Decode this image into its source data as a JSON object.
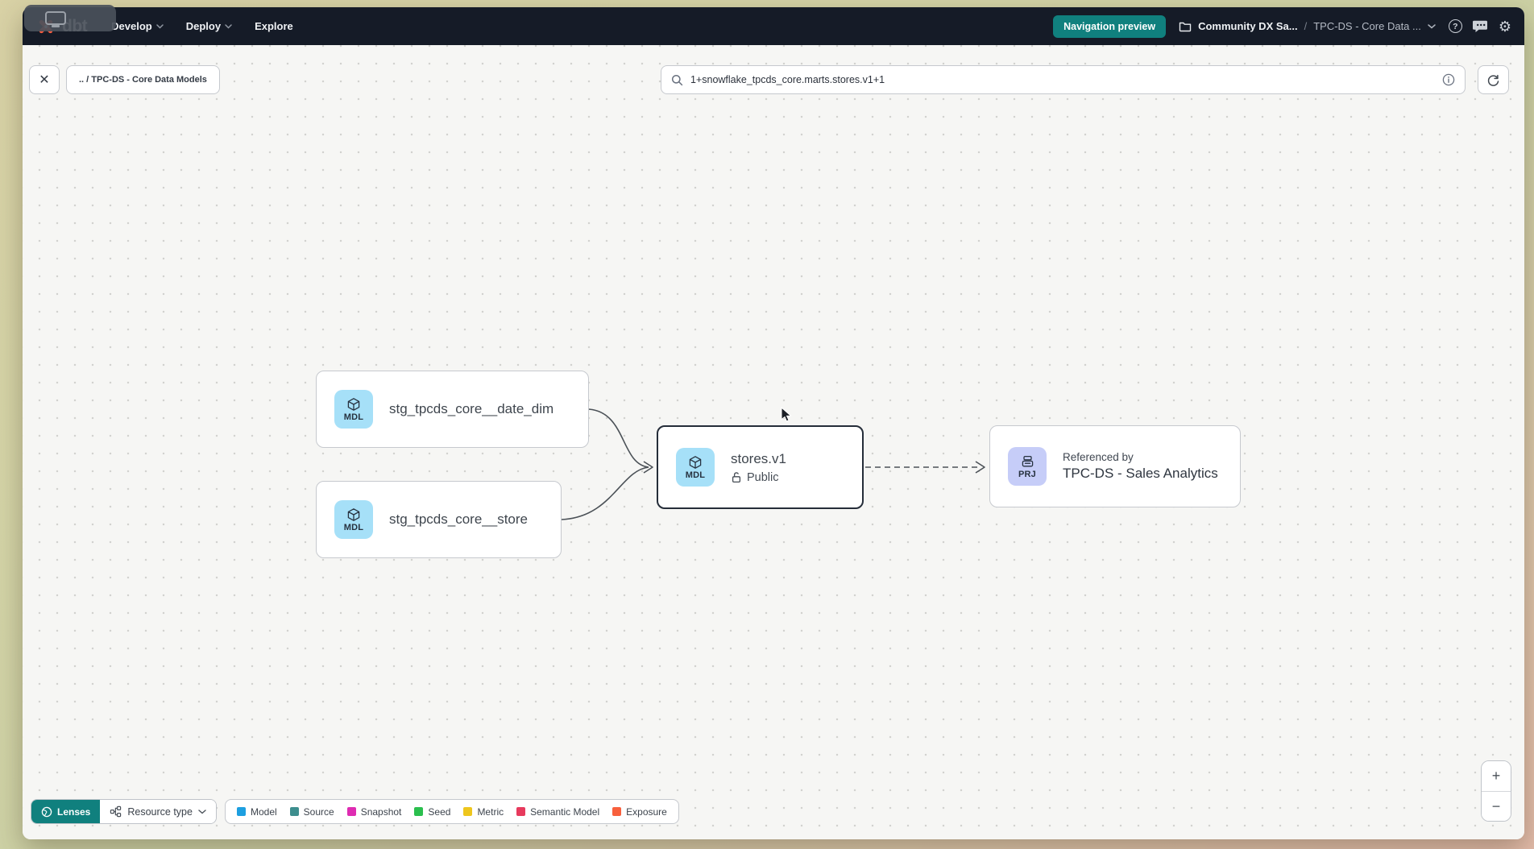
{
  "navbar": {
    "logo_text": "dbt",
    "menus": [
      "Develop",
      "Deploy",
      "Explore"
    ],
    "preview_badge": "Navigation preview",
    "breadcrumb": {
      "project": "Community DX Sa...",
      "separator": "/",
      "page": "TPC-DS - Core Data ..."
    }
  },
  "toolbar": {
    "breadcrumb_chip": ".. / TPC-DS - Core Data Models",
    "search_value": "1+snowflake_tpcds_core.marts.stores.v1+1"
  },
  "graph": {
    "nodes": [
      {
        "badge": "MDL",
        "label": "stg_tpcds_core__date_dim"
      },
      {
        "badge": "MDL",
        "label": "stg_tpcds_core__store"
      },
      {
        "badge": "MDL",
        "label": "stores.v1",
        "access": "Public",
        "selected": true
      },
      {
        "badge": "PRJ",
        "kicker": "Referenced by",
        "label": "TPC-DS - Sales Analytics"
      }
    ]
  },
  "controls": {
    "lenses_label": "Lenses",
    "resource_type_label": "Resource type"
  },
  "legend": {
    "items": [
      {
        "label": "Model",
        "color": "#1d9fe0"
      },
      {
        "label": "Source",
        "color": "#3d8e8e"
      },
      {
        "label": "Snapshot",
        "color": "#de2cb2"
      },
      {
        "label": "Seed",
        "color": "#2bbf4e"
      },
      {
        "label": "Metric",
        "color": "#eec61d"
      },
      {
        "label": "Semantic Model",
        "color": "#e73a5d"
      },
      {
        "label": "Exposure",
        "color": "#f8603d"
      }
    ]
  },
  "icons": {
    "close": "✕",
    "help": "?",
    "gear": "⚙",
    "zoom_in": "+",
    "zoom_out": "−"
  },
  "colors": {
    "accent_teal": "#10807e",
    "brand_orange": "#fc5c3f",
    "badge_blue": "#a6e0f8",
    "badge_purple": "#c6cdf8",
    "navbar_bg": "#151b27"
  }
}
